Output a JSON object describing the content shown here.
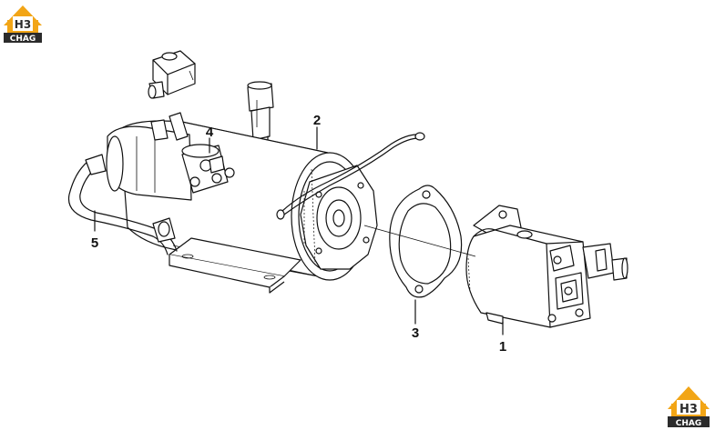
{
  "logos": [
    {
      "name": "logo-top-left",
      "top_text": "H3",
      "bottom_text": "CHAG"
    },
    {
      "name": "logo-bottom-right",
      "top_text": "H3",
      "bottom_text": "CHAG"
    }
  ],
  "callouts": [
    {
      "id": "callout-1",
      "label": "1",
      "part": "hydraulic-pump"
    },
    {
      "id": "callout-2",
      "label": "2",
      "part": "electric-motor"
    },
    {
      "id": "callout-3",
      "label": "3",
      "part": "gasket"
    },
    {
      "id": "callout-4",
      "label": "4",
      "part": "solenoid"
    },
    {
      "id": "callout-5",
      "label": "5",
      "part": "cable"
    }
  ],
  "colors": {
    "line": "#111111",
    "logo_orange": "#f2a516",
    "logo_dark": "#2b2b2b",
    "background": "#ffffff"
  }
}
